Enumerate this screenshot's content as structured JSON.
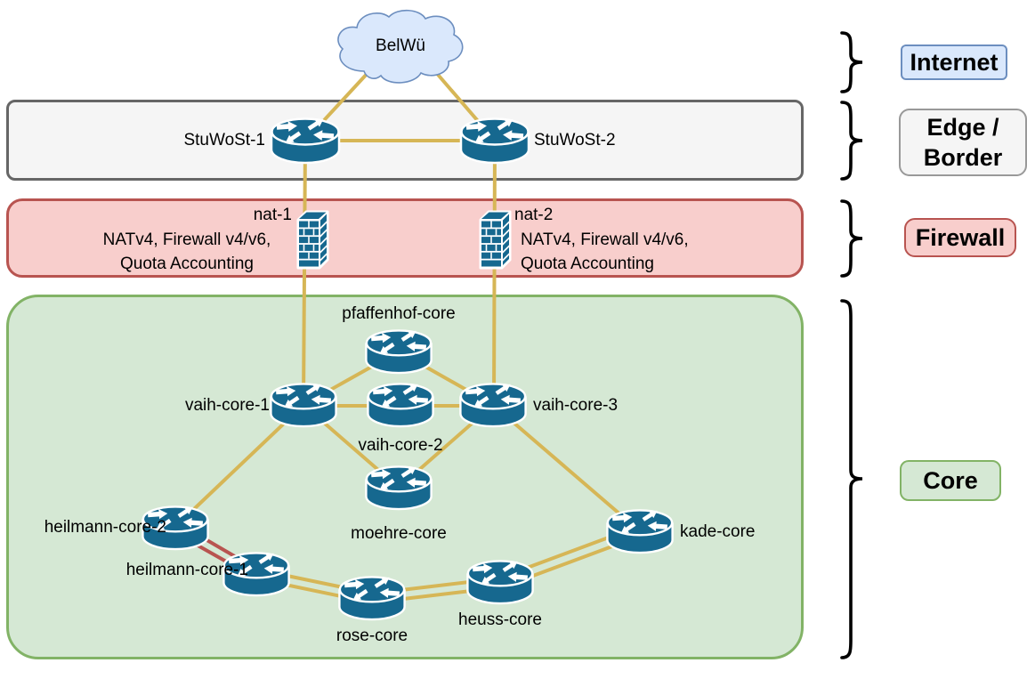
{
  "diagram_title": "Network topology",
  "internet_cloud": {
    "label": "BelWü"
  },
  "layers": [
    {
      "id": "internet",
      "label": "Internet",
      "fill": "#dae8fc",
      "border": "#6c8ebf"
    },
    {
      "id": "edge-border",
      "label": "Edge / Border",
      "label_line1": "Edge /",
      "label_line2": "Border",
      "fill": "#f5f5f5",
      "border": "#666666"
    },
    {
      "id": "firewall",
      "label": "Firewall",
      "fill": "#f8cecc",
      "border": "#b85450"
    },
    {
      "id": "core",
      "label": "Core",
      "fill": "#d5e8d4",
      "border": "#82b366"
    }
  ],
  "nodes": {
    "stuwost1": {
      "label": "StuWoSt-1",
      "type": "router",
      "layer": "edge-border"
    },
    "stuwost2": {
      "label": "StuWoSt-2",
      "type": "router",
      "layer": "edge-border"
    },
    "nat1": {
      "label": "nat-1",
      "desc_line1": "NATv4, Firewall v4/v6,",
      "desc_line2": "Quota Accounting",
      "type": "firewall",
      "layer": "firewall"
    },
    "nat2": {
      "label": "nat-2",
      "desc_line1": "NATv4, Firewall v4/v6,",
      "desc_line2": "Quota Accounting",
      "type": "firewall",
      "layer": "firewall"
    },
    "pfaffenhof": {
      "label": "pfaffenhof-core",
      "type": "router",
      "layer": "core"
    },
    "vaih1": {
      "label": "vaih-core-1",
      "type": "router",
      "layer": "core"
    },
    "vaih2": {
      "label": "vaih-core-2",
      "type": "router",
      "layer": "core"
    },
    "vaih3": {
      "label": "vaih-core-3",
      "type": "router",
      "layer": "core"
    },
    "moehre": {
      "label": "moehre-core",
      "type": "router",
      "layer": "core"
    },
    "heilmann2": {
      "label": "heilmann-core-2",
      "type": "router",
      "layer": "core"
    },
    "heilmann1": {
      "label": "heilmann-core-1",
      "type": "router",
      "layer": "core"
    },
    "rose": {
      "label": "rose-core",
      "type": "router",
      "layer": "core"
    },
    "heuss": {
      "label": "heuss-core",
      "type": "router",
      "layer": "core"
    },
    "kade": {
      "label": "kade-core",
      "type": "router",
      "layer": "core"
    }
  },
  "edges": [
    {
      "from": "BelWü",
      "to": "StuWoSt-1",
      "links": 1,
      "color": "#d6b656"
    },
    {
      "from": "BelWü",
      "to": "StuWoSt-2",
      "links": 1,
      "color": "#d6b656"
    },
    {
      "from": "StuWoSt-1",
      "to": "StuWoSt-2",
      "links": 1,
      "color": "#d6b656"
    },
    {
      "from": "StuWoSt-1",
      "to": "nat-1",
      "links": 1,
      "color": "#d6b656"
    },
    {
      "from": "nat-1",
      "to": "vaih-core-1",
      "links": 1,
      "color": "#d6b656"
    },
    {
      "from": "StuWoSt-2",
      "to": "nat-2",
      "links": 1,
      "color": "#d6b656"
    },
    {
      "from": "nat-2",
      "to": "vaih-core-3",
      "links": 1,
      "color": "#d6b656"
    },
    {
      "from": "pfaffenhof-core",
      "to": "vaih-core-1",
      "links": 1,
      "color": "#d6b656"
    },
    {
      "from": "pfaffenhof-core",
      "to": "vaih-core-3",
      "links": 1,
      "color": "#d6b656"
    },
    {
      "from": "vaih-core-1",
      "to": "vaih-core-2",
      "links": 1,
      "color": "#d6b656"
    },
    {
      "from": "vaih-core-2",
      "to": "vaih-core-3",
      "links": 1,
      "color": "#d6b656"
    },
    {
      "from": "vaih-core-1",
      "to": "moehre-core",
      "links": 1,
      "color": "#d6b656"
    },
    {
      "from": "vaih-core-3",
      "to": "moehre-core",
      "links": 1,
      "color": "#d6b656"
    },
    {
      "from": "vaih-core-1",
      "to": "heilmann-core-2",
      "links": 1,
      "color": "#d6b656"
    },
    {
      "from": "vaih-core-3",
      "to": "kade-core",
      "links": 1,
      "color": "#d6b656"
    },
    {
      "from": "heilmann-core-2",
      "to": "heilmann-core-1",
      "links": 2,
      "color": "#b85450"
    },
    {
      "from": "heilmann-core-1",
      "to": "rose-core",
      "links": 2,
      "color": "#d6b656"
    },
    {
      "from": "rose-core",
      "to": "heuss-core",
      "links": 2,
      "color": "#d6b656"
    },
    {
      "from": "heuss-core",
      "to": "kade-core",
      "links": 2,
      "color": "#d6b656"
    }
  ],
  "colors": {
    "link": "#d6b656",
    "link_alert": "#b85450",
    "router_fill": "#16688f",
    "cloud_fill": "#dae8fc",
    "cloud_border": "#6c8ebf"
  }
}
